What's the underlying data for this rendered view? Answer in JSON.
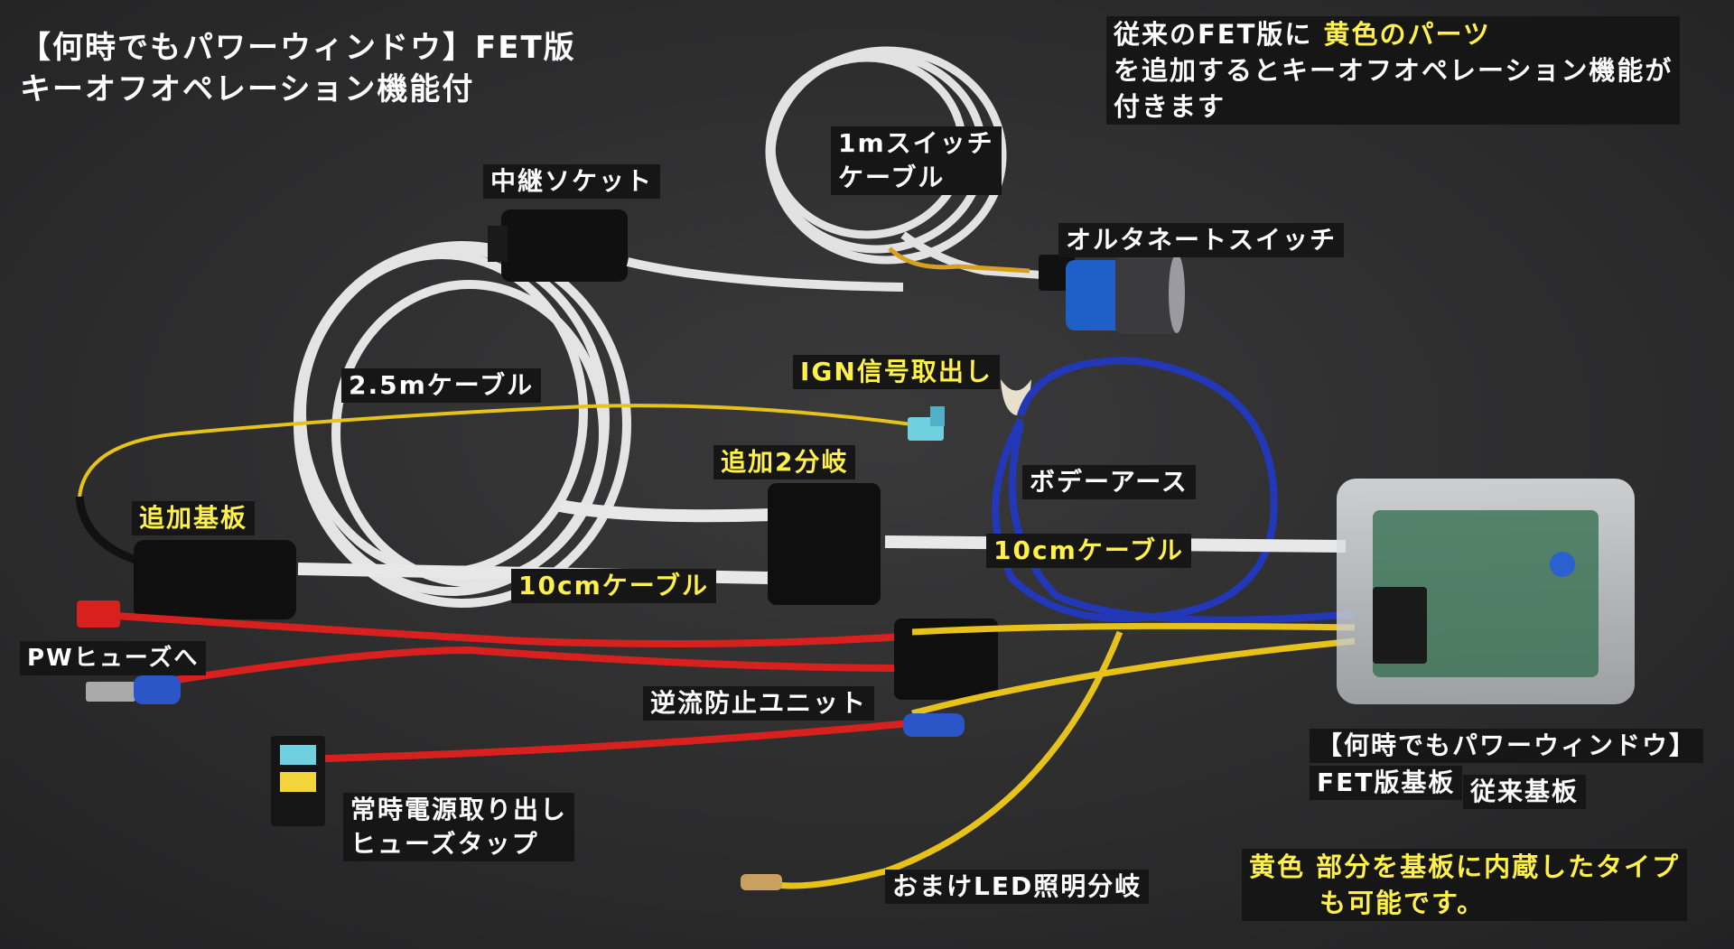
{
  "title": {
    "line1": "【何時でもパワーウィンドウ】FET版",
    "line2": "キーオフオペレーション機能付"
  },
  "note": {
    "line1_pre": "従来のFET版に",
    "line1_hl": "黄色のパーツ",
    "line2": "を追加するとキーオフオペレーション機能が",
    "line3": "付きます"
  },
  "labels": {
    "switch_cable_1": "1mスイッチ",
    "switch_cable_2": "ケーブル",
    "relay_socket": "中継ソケット",
    "alternate_switch": "オルタネートスイッチ",
    "cable_2_5m": "2.5mケーブル",
    "ign_signal": "IGN信号取出し",
    "add_splitter": "追加2分岐",
    "body_ground": "ボデーアース",
    "add_board": "追加基板",
    "cable_10cm_right": "10cmケーブル",
    "cable_10cm_left": "10cmケーブル",
    "pw_fuse": "PWヒューズへ",
    "backflow_unit": "逆流防止ユニット",
    "board_title": "【何時でもパワーウィンドウ】",
    "fet_board": "FET版基板",
    "legacy_board": "従来基板",
    "fuse_tap_1": "常時電源取り出し",
    "fuse_tap_2": "ヒューズタップ",
    "led_branch": "おまけLED照明分岐",
    "yellow_word": "黄色",
    "builtin_1": "部分を基板に内蔵したタイプ",
    "builtin_2": "も可能です。"
  },
  "colors": {
    "background": "#2f2f30",
    "label_bg": "#161616",
    "highlight_yellow": "#fff04a",
    "cable_white": "#e6e6e6",
    "wire_red": "#d8201e",
    "wire_yellow": "#e6c21a",
    "wire_blue": "#2238b8"
  }
}
